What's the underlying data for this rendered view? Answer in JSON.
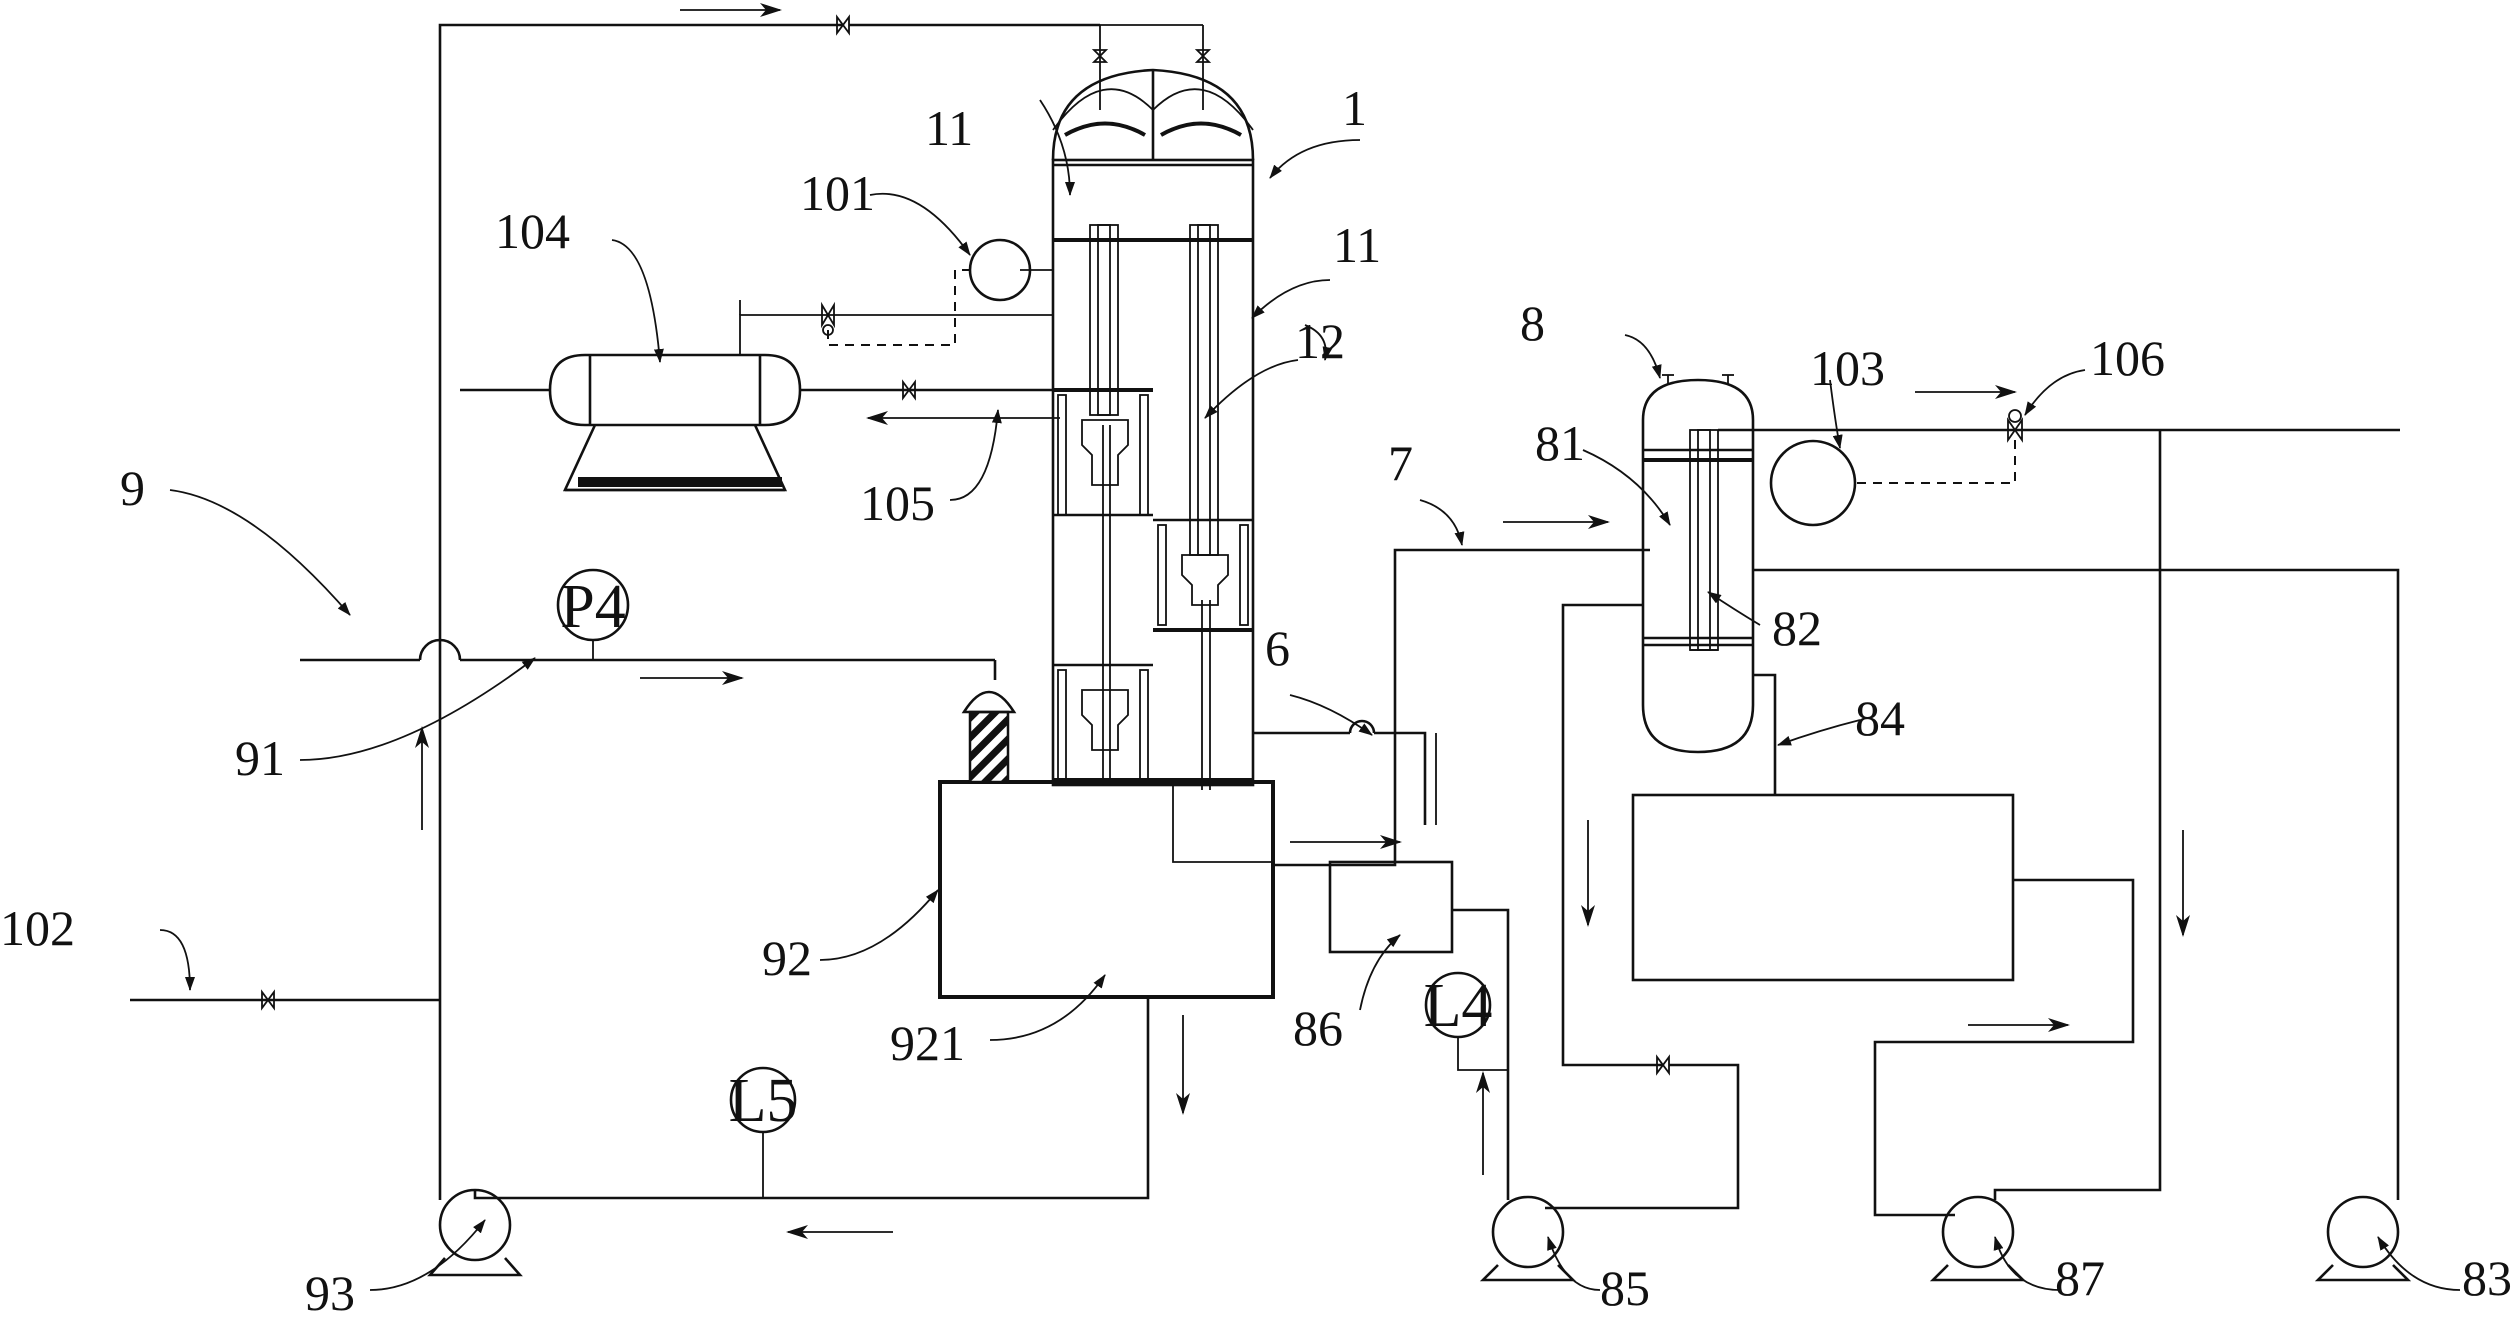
{
  "labels": {
    "l1": "1",
    "l6": "6",
    "l7": "7",
    "l8": "8",
    "l9": "9",
    "l11a": "11",
    "l11b": "11",
    "l12": "12",
    "l81": "81",
    "l82": "82",
    "l83": "83",
    "l84": "84",
    "l85": "85",
    "l86": "86",
    "l87": "87",
    "l91": "91",
    "l92": "92",
    "l93": "93",
    "l101": "101",
    "l102": "102",
    "l103": "103",
    "l104": "104",
    "l105": "105",
    "l106": "106",
    "l921": "921"
  },
  "instruments": {
    "p4": "P4",
    "l4": "L4",
    "l5": "L5"
  }
}
